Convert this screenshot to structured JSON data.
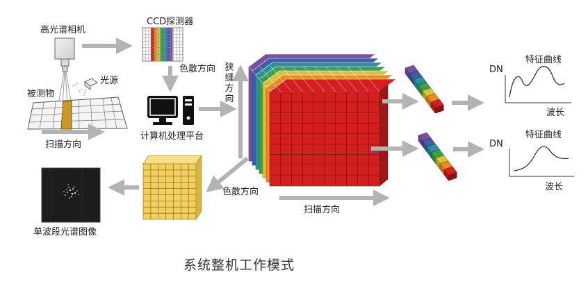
{
  "labels": {
    "camera": "高光谱相机",
    "ccd": "CCD探测器",
    "light": "光源",
    "object": "被测物",
    "scan_left": "扫描方向",
    "dispersion_top": "色散方向",
    "computer": "计算机处理平台",
    "slit_vertical": "狭缝方向",
    "dispersion_bottom": "色散方向",
    "scan_bottom": "扫描方向",
    "single_band": "单波段光谱图像",
    "char_curve_1": "特征曲线",
    "char_curve_2": "特征曲线",
    "dn_1": "DN",
    "dn_2": "DN",
    "wavelength_1": "波长",
    "wavelength_2": "波长"
  },
  "caption": "系统整机工作模式",
  "colors": {
    "arrow": "#b3b3b3",
    "cube_front": "#d31f1f",
    "yellow_block": "#f0d060",
    "spectrum": [
      "#7b4fa0",
      "#3f5ea8",
      "#2f8fa0",
      "#3aa14a",
      "#d9c23a",
      "#ee8a25",
      "#d31f1f"
    ]
  }
}
